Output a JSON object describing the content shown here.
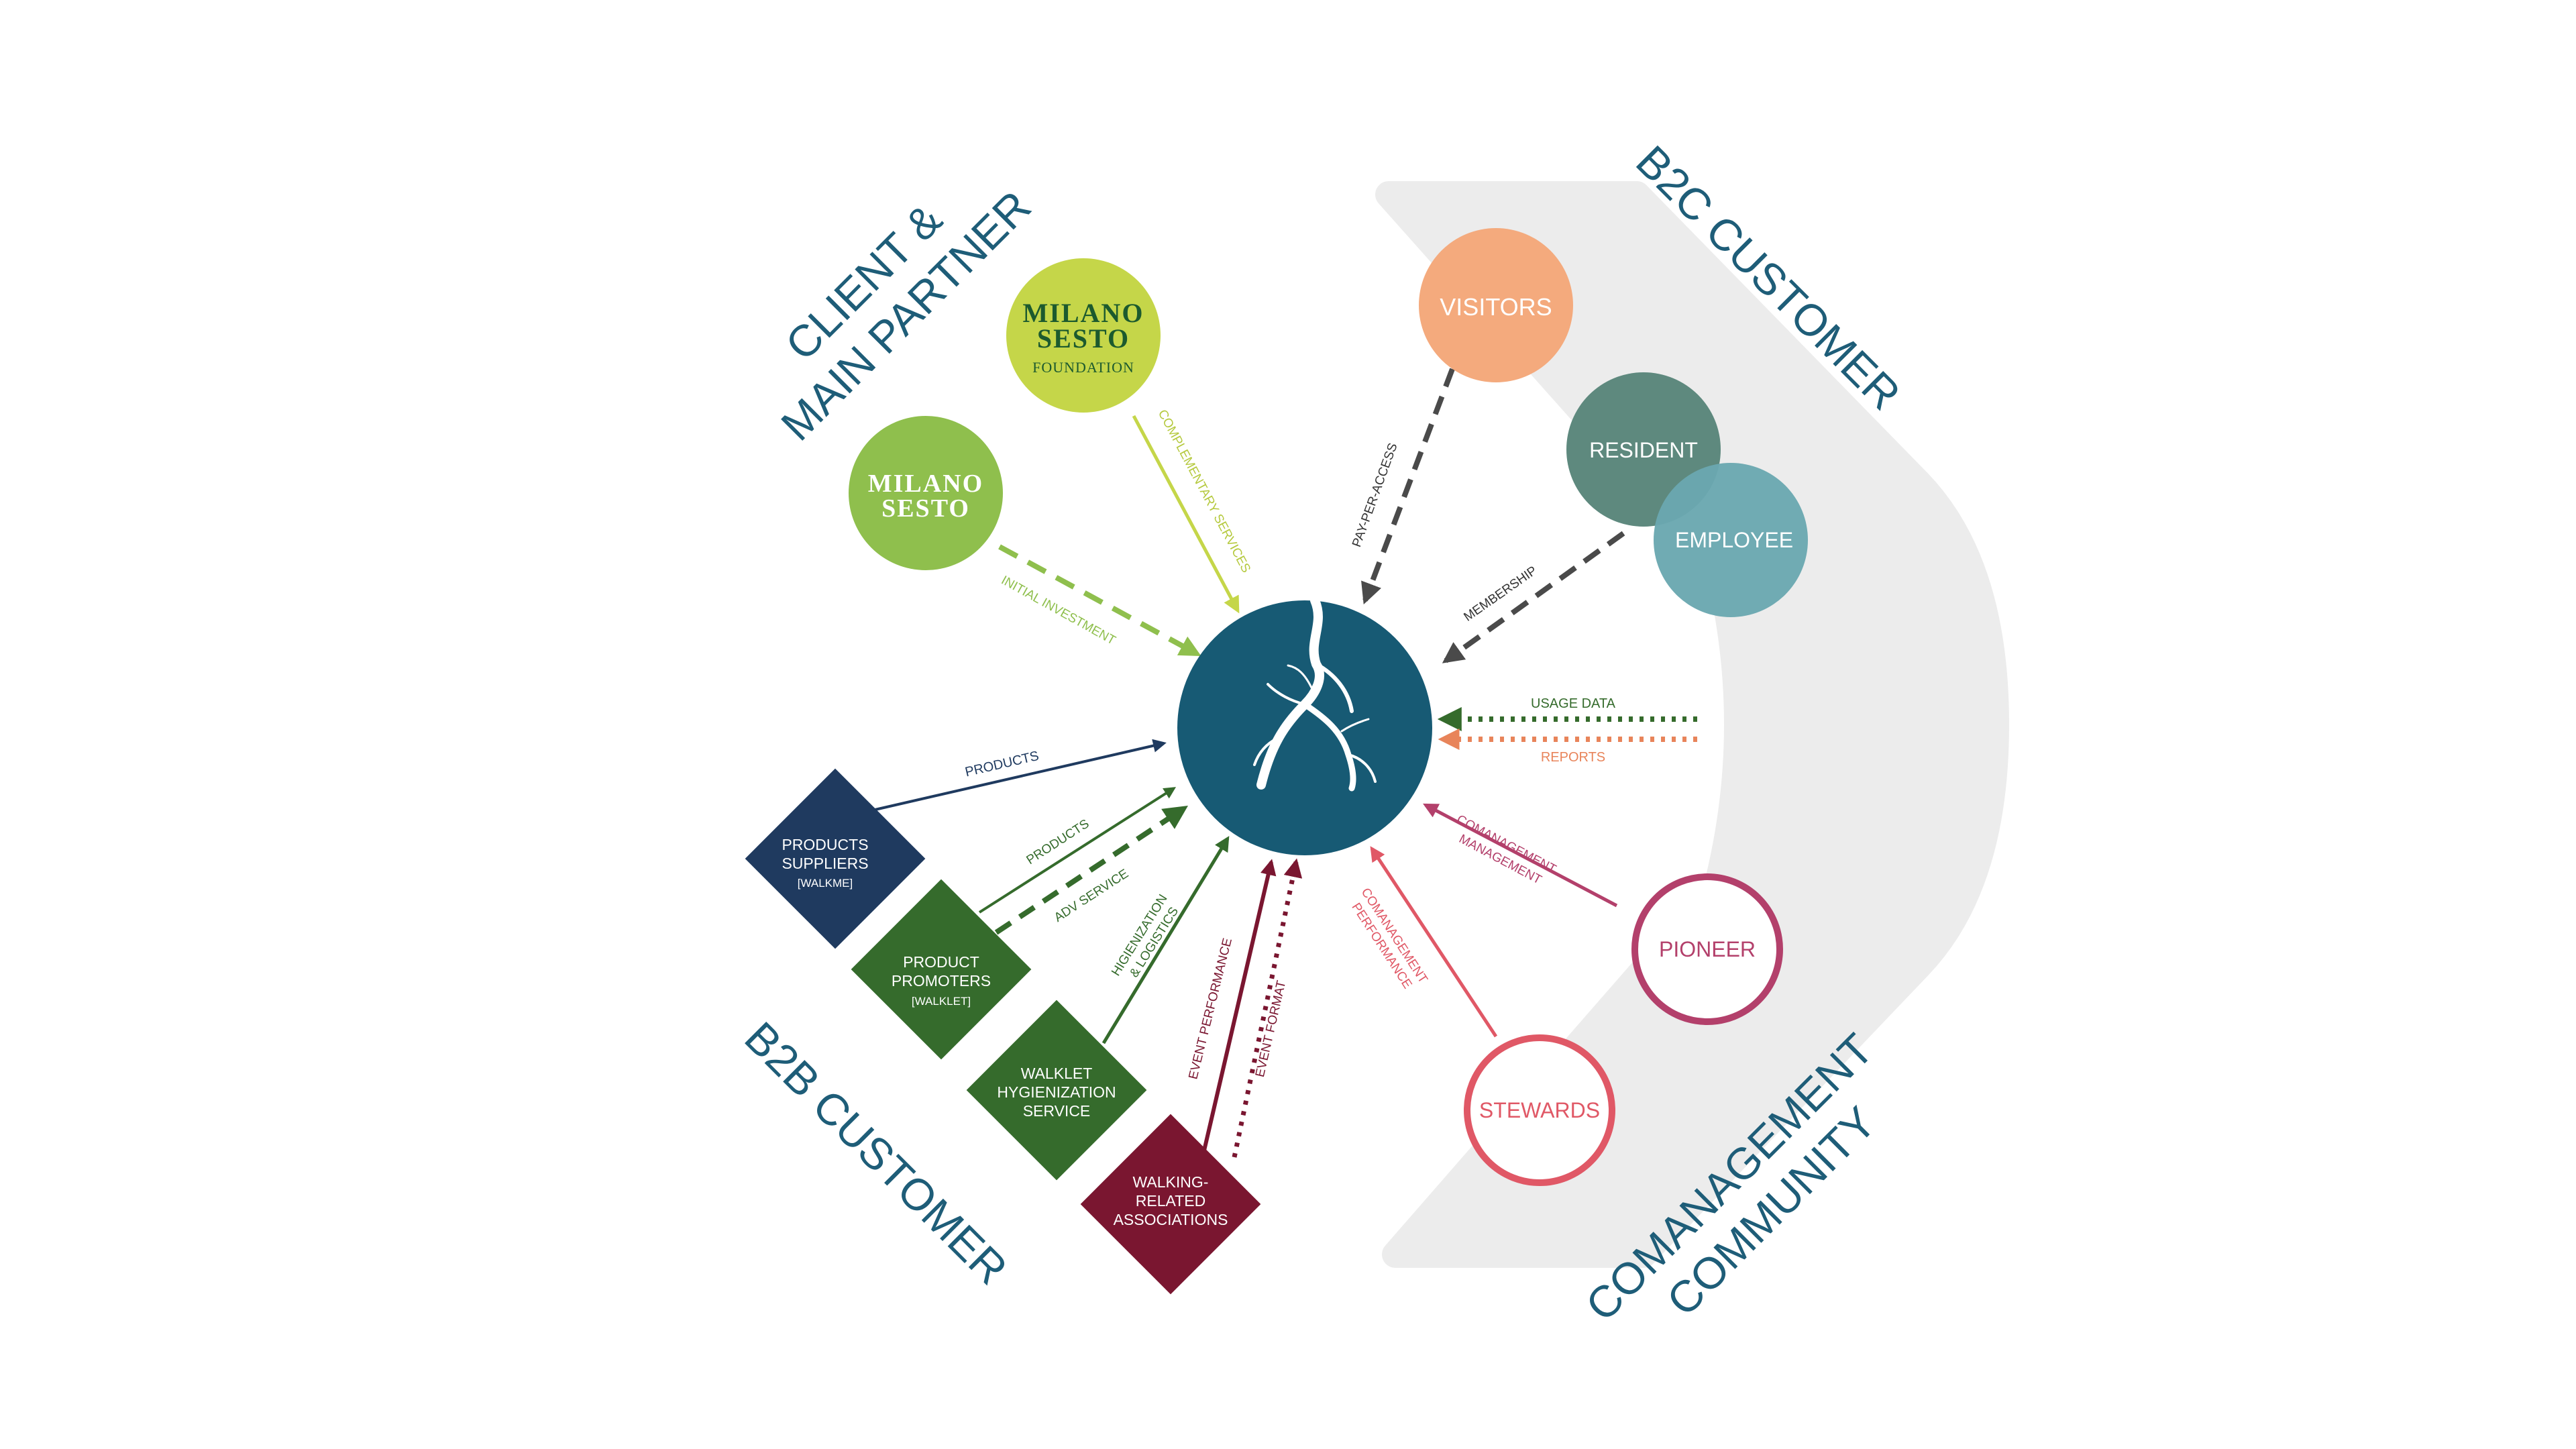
{
  "groups": {
    "client": [
      "CLIENT &",
      "MAIN PARTNER"
    ],
    "b2c": "B2C CUSTOMER",
    "b2b": "B2B CUSTOMER",
    "comanagement": [
      "COMANAGEMENT",
      "COMMUNITY"
    ]
  },
  "nodes": {
    "milano_sesto_foundation": {
      "line1": "MILANO",
      "line2": "SESTO",
      "line3": "FOUNDATION",
      "color": "#c5d649"
    },
    "milano_sesto": {
      "line1": "MILANO",
      "line2": "SESTO",
      "color": "#8fbf4d"
    },
    "visitors": {
      "label": "VISITORS",
      "color": "#f4aa7d"
    },
    "resident": {
      "label": "RESIDENT",
      "color": "#5e897e"
    },
    "employee": {
      "label": "EMPLOYEE",
      "color": "#6aa8b0"
    },
    "pioneer": {
      "label": "PIONEER",
      "color": "#b3406b"
    },
    "stewards": {
      "label": "STEWARDS",
      "color": "#e05866"
    },
    "products_suppliers": {
      "lines": [
        "PRODUCTS",
        "SUPPLIERS",
        "[WALKME]"
      ],
      "color": "#1f3a5f"
    },
    "product_promoters": {
      "lines": [
        "PRODUCT",
        "PROMOTERS",
        "[WALKLET]"
      ],
      "color": "#356b2c"
    },
    "walklet_hygienization": {
      "lines": [
        "WALKLET",
        "HYGIENIZATION",
        "SERVICE"
      ],
      "color": "#356b2c"
    },
    "walking_associations": {
      "lines": [
        "WALKING-",
        "RELATED",
        "ASSOCIATIONS"
      ],
      "color": "#7a1630"
    },
    "center": {
      "color": "#175a74"
    }
  },
  "flows": {
    "complementary": "COMPLEMENTARY SERVICES",
    "initial_investment": "INITIAL INVESTMENT",
    "pay_per_access": "PAY-PER-ACCESS",
    "membership": "MEMBERSHIP",
    "usage_data": "USAGE DATA",
    "reports": "REPORTS",
    "comanagement_management": [
      "COMANAGEMENT",
      "MANAGEMENT"
    ],
    "comanagement_performance": [
      "COMANAGEMENT",
      "PERFORMANCE"
    ],
    "products_1": "PRODUCTS",
    "products_2": "PRODUCTS",
    "adv_service": "ADV SERVICE",
    "hygienization_logistics": [
      "HIGIENIZATION",
      "& LOGISTICS"
    ],
    "event_performance": "EVENT PERFORMANCE",
    "event_format": "EVENT FORMAT"
  },
  "colors": {
    "text_title": "#1e5d78",
    "band": "#ececec",
    "dash_gray": "#4a4a4a",
    "green_light": "#c5d649",
    "green_mid": "#8fbf4d",
    "green_dark": "#356b2c",
    "navy": "#1f3a5f",
    "maroon": "#7a1630",
    "orange": "#e8845a",
    "magenta": "#b3406b",
    "coral": "#e05866"
  }
}
